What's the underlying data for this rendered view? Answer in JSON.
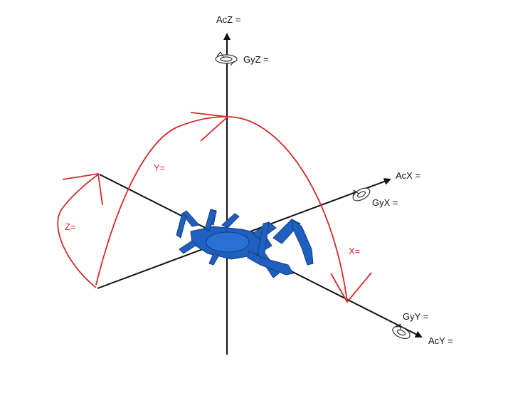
{
  "colors": {
    "axis": "#111111",
    "rotation_arrows": "#d42b2b",
    "robot": "#1f5fbf"
  },
  "icons": {
    "rotation": "rotation-arrow-icon",
    "robot": "hexapod-robot-icon"
  },
  "axes": {
    "vertical": {
      "accel_label": "AcZ =",
      "gyro_label": "GyZ ="
    },
    "x_axis": {
      "accel_label": "AcX =",
      "gyro_label": "GyX ="
    },
    "y_axis": {
      "accel_label": "AcY =",
      "gyro_label": "GyY ="
    }
  },
  "rotation_labels": {
    "y": "Y=",
    "z": "Z=",
    "x": "X="
  }
}
